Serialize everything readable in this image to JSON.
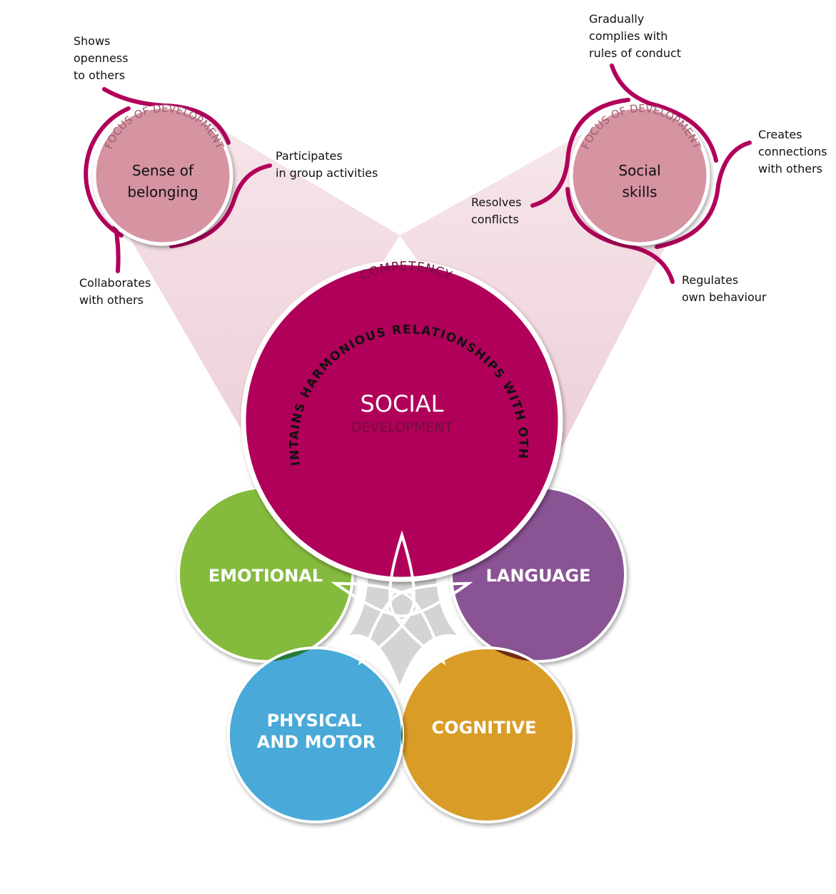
{
  "colors": {
    "social": "#b1005a",
    "social_dark_text": "#6e0f3c",
    "focus_circle": "#d693a1",
    "focus_text": "#9c6072",
    "emotional": "#84bb3e",
    "language": "#8a5294",
    "physical": "#4aa9d8",
    "cognitive": "#d99c25",
    "emotional_physical_overlap": "#277a35",
    "language_cognitive_overlap": "#6d2c17",
    "physical_cognitive_overlap": "#45681f",
    "center_gray": "#d4d4d4",
    "beam": "#f2dde3"
  },
  "main_circle": {
    "title": "SOCIAL",
    "subtitle": "DEVELOPMENT",
    "competency_label": "COMPETENCY",
    "competency": "MAINTAINS HARMONIOUS RELATIONSHIPS WITH OTHERS"
  },
  "domains": [
    {
      "key": "emotional",
      "label": "EMOTIONAL"
    },
    {
      "key": "language",
      "label": "LANGUAGE"
    },
    {
      "key": "physical",
      "label_line1": "PHYSICAL",
      "label_line2": "AND MOTOR"
    },
    {
      "key": "cognitive",
      "label": "COGNITIVE"
    }
  ],
  "focus_left": {
    "arc_label": "FOCUS OF DEVELOPMENT",
    "title_line1": "Sense of",
    "title_line2": "belonging",
    "items": [
      {
        "lines": [
          "Shows",
          "openness",
          "to others"
        ]
      },
      {
        "lines": [
          "Participates",
          "in group activities"
        ]
      },
      {
        "lines": [
          "Collaborates",
          "with others"
        ]
      }
    ]
  },
  "focus_right": {
    "arc_label": "FOCUS OF DEVELOPMENT",
    "title_line1": "Social",
    "title_line2": "skills",
    "items": [
      {
        "lines": [
          "Gradually",
          "complies with",
          "rules of conduct"
        ]
      },
      {
        "lines": [
          "Creates",
          "connections",
          "with others"
        ]
      },
      {
        "lines": [
          "Resolves",
          "conflicts"
        ]
      },
      {
        "lines": [
          "Regulates",
          "own behaviour"
        ]
      }
    ]
  }
}
